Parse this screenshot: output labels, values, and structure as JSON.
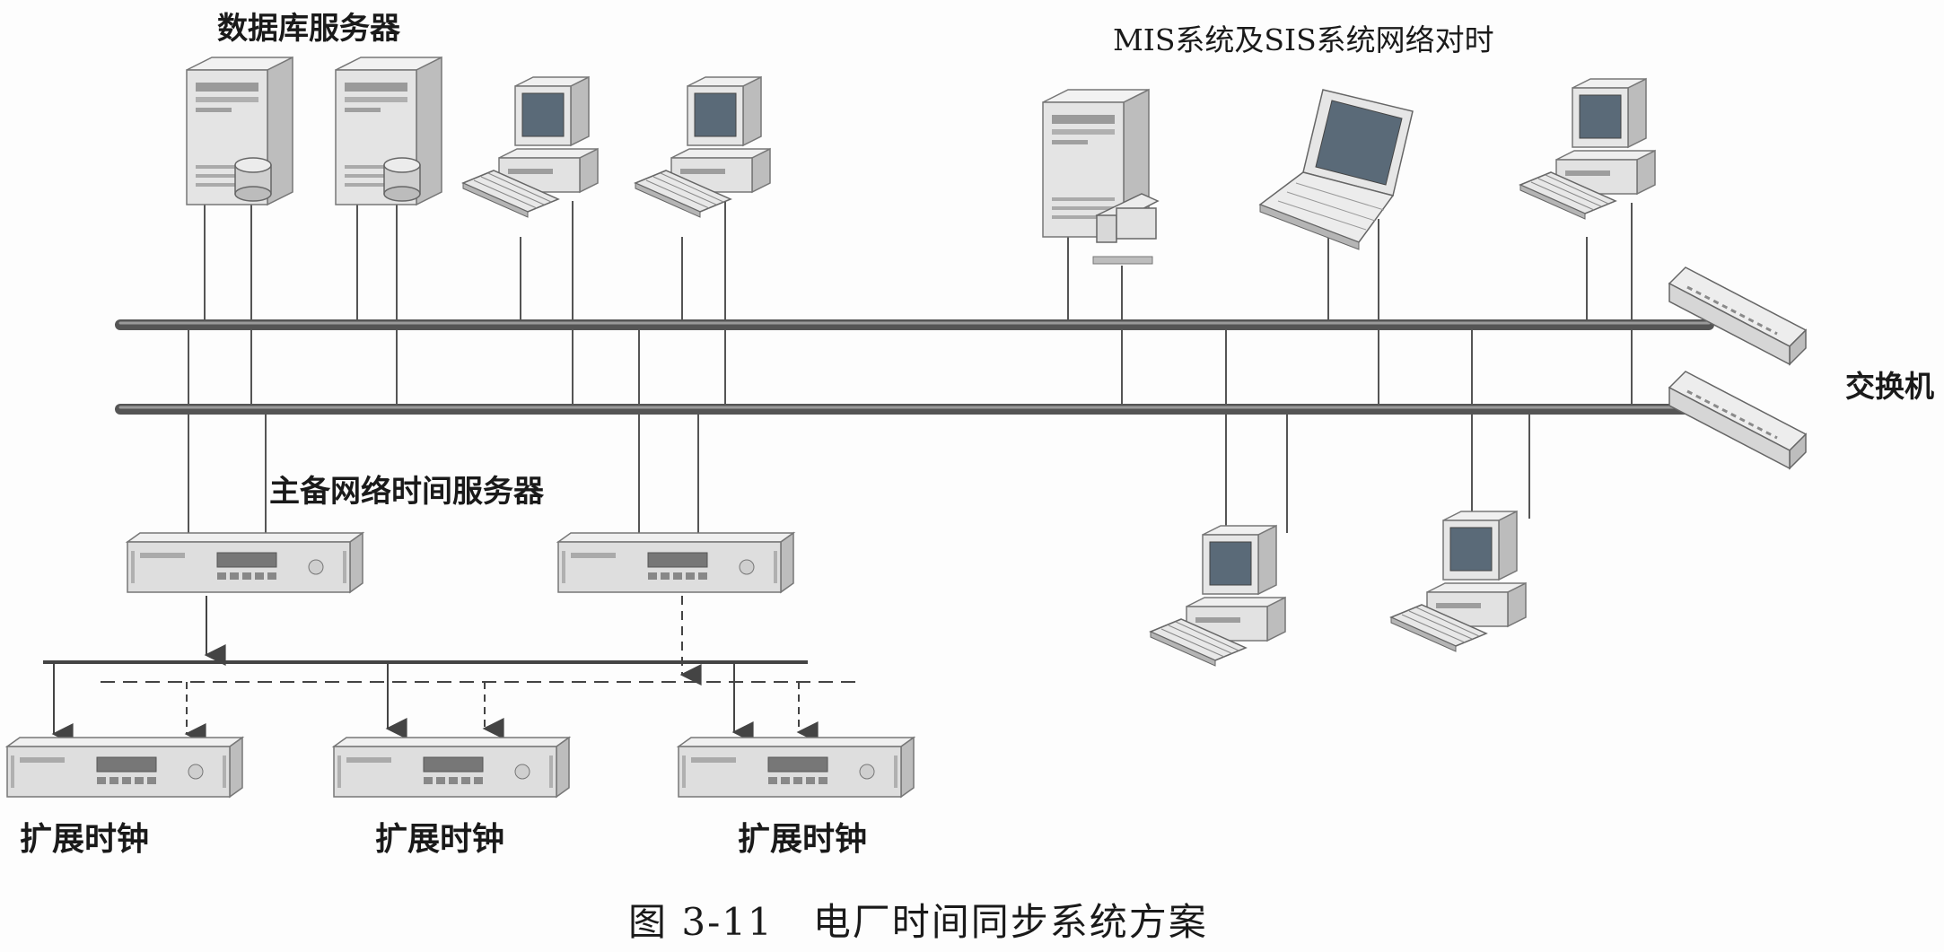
{
  "labels": {
    "database_servers": "数据库服务器",
    "mis_sis_sync": "MIS系统及SIS系统网络对时",
    "switch": "交换机",
    "master_backup_time_server": "主备网络时间服务器",
    "extension_clock_1": "扩展时钟",
    "extension_clock_2": "扩展时钟",
    "extension_clock_3": "扩展时钟"
  },
  "caption": "图 3-11　电厂时间同步系统方案",
  "colors": {
    "bus": "#6e6e6e",
    "line": "#555555",
    "device": "#e8e8e8",
    "device_dark": "#b8b8b8",
    "screen": "#5a6a78"
  }
}
